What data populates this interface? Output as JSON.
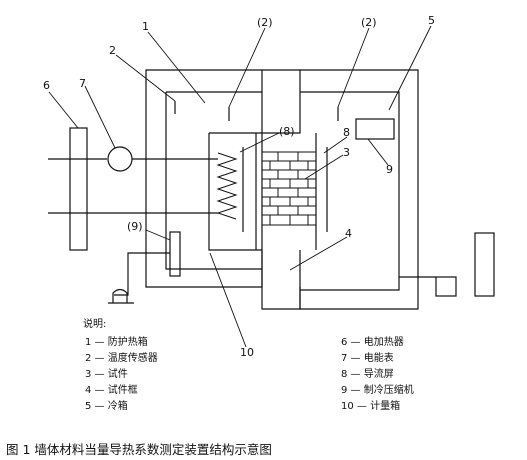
{
  "diagram": {
    "callouts": {
      "c1": "1",
      "c2a": "2",
      "c2b": "(2)",
      "c2c": "(2)",
      "c3": "3",
      "c4": "4",
      "c5": "5",
      "c6": "6",
      "c7": "7",
      "c8a": "(8)",
      "c8b": "8",
      "c9a": "9",
      "c9b": "(9)",
      "c10": "10"
    },
    "legend": {
      "title": "说明:",
      "left": [
        "1 — 防护热箱",
        "2 — 温度传感器",
        "3 — 试件",
        "4 — 试件框",
        "5 — 冷箱"
      ],
      "right": [
        "6 — 电加热器",
        "7 — 电能表",
        "8 — 导流屏",
        "9 — 制冷压缩机",
        "10 — 计量箱"
      ]
    },
    "caption": "图 1  墙体材料当量导热系数测定装置结构示意图"
  }
}
